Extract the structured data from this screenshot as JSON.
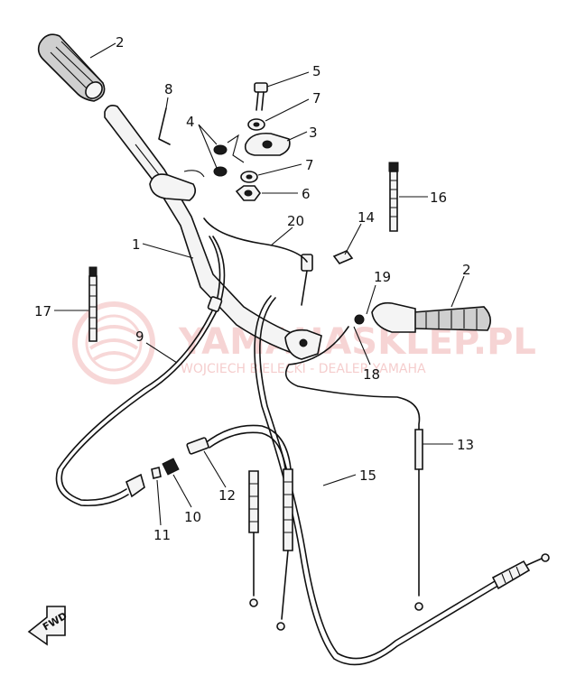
{
  "watermark": {
    "brand": "YAMAHASKLEP.PL",
    "subtitle": "WOJCIECH BIELECKI - DEALER YAMAHA",
    "color": "#f1b8b8"
  },
  "direction_marker": "FWD",
  "callouts": [
    {
      "id": "c1",
      "label": "1"
    },
    {
      "id": "c2a",
      "label": "2"
    },
    {
      "id": "c2b",
      "label": "2"
    },
    {
      "id": "c3",
      "label": "3"
    },
    {
      "id": "c4",
      "label": "4"
    },
    {
      "id": "c5",
      "label": "5"
    },
    {
      "id": "c6",
      "label": "6"
    },
    {
      "id": "c7a",
      "label": "7"
    },
    {
      "id": "c7b",
      "label": "7"
    },
    {
      "id": "c8",
      "label": "8"
    },
    {
      "id": "c9",
      "label": "9"
    },
    {
      "id": "c10",
      "label": "10"
    },
    {
      "id": "c11",
      "label": "11"
    },
    {
      "id": "c12",
      "label": "12"
    },
    {
      "id": "c13",
      "label": "13"
    },
    {
      "id": "c14",
      "label": "14"
    },
    {
      "id": "c15",
      "label": "15"
    },
    {
      "id": "c16",
      "label": "16"
    },
    {
      "id": "c17",
      "label": "17"
    },
    {
      "id": "c18",
      "label": "18"
    },
    {
      "id": "c19",
      "label": "19"
    },
    {
      "id": "c20",
      "label": "20"
    }
  ]
}
